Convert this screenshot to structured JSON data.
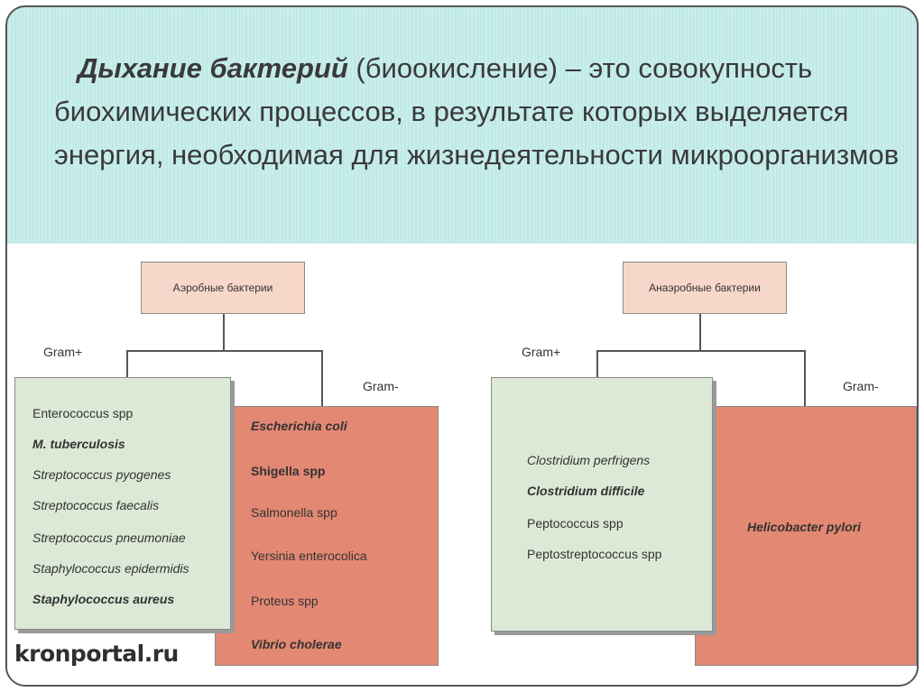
{
  "heading": {
    "term": "Дыхание бактерий",
    "rest": " (биоокисление) – это совокупность биохимических процессов, в результате которых выделяется энергия, необходимая для жизнедеятельности микроорганизмов"
  },
  "aerobic": {
    "title": "Аэробные бактерии",
    "gram_pos_label": "Gram+",
    "gram_neg_label": "Gram-",
    "gram_pos": [
      {
        "name": "Enterococcus spp",
        "style": ""
      },
      {
        "name": "M. tuberculosis",
        "style": "it b"
      },
      {
        "name": "Streptococcus pyogenes",
        "style": "it"
      },
      {
        "name": "Streptococcus faecalis",
        "style": "it"
      },
      {
        "name": "Streptococcus pneumoniae",
        "style": "it"
      },
      {
        "name": "Staphylococcus epidermidis",
        "style": "it"
      },
      {
        "name": "Staphylococcus aureus",
        "style": "it b"
      }
    ],
    "gram_neg": [
      {
        "name": "Escherichia coli",
        "style": "it b"
      },
      {
        "name": "Shigella spp",
        "style": "b"
      },
      {
        "name": "Salmonella spp",
        "style": ""
      },
      {
        "name": "Yersinia enterocolica",
        "style": ""
      },
      {
        "name": "Proteus spp",
        "style": ""
      },
      {
        "name": "Vibrio cholerae",
        "style": "it b"
      }
    ]
  },
  "anaerobic": {
    "title": "Анаэробные бактерии",
    "gram_pos_label": "Gram+",
    "gram_neg_label": "Gram-",
    "gram_pos": [
      {
        "name": "Clostridium perfrigens",
        "style": "it"
      },
      {
        "name": "Clostridium difficile",
        "style": "it b"
      },
      {
        "name": "Peptococcus spp",
        "style": ""
      },
      {
        "name": "Peptostreptococcus spp",
        "style": ""
      }
    ],
    "gram_neg": [
      {
        "name": "Helicobacter pylori",
        "style": "it b"
      }
    ]
  },
  "watermark": "kronportal.ru"
}
